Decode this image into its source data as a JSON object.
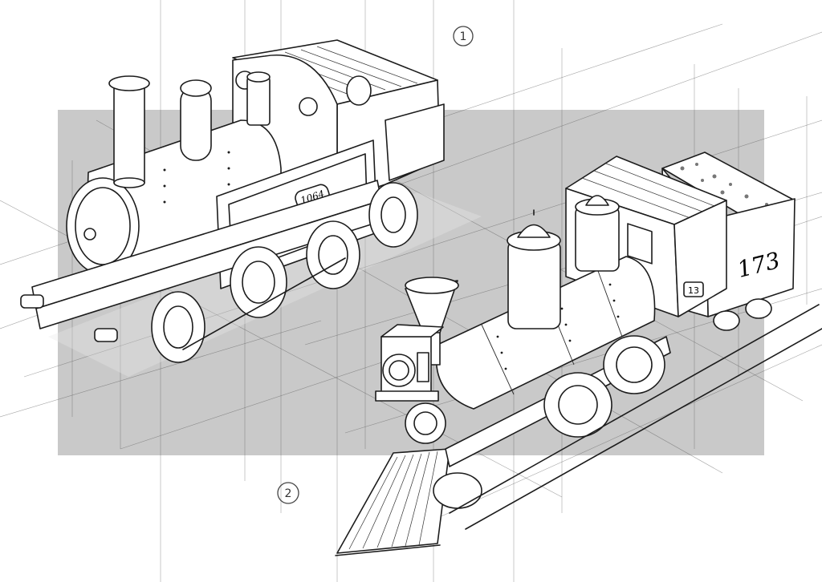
{
  "drawing": {
    "marker_one": "1",
    "marker_two": "2",
    "engine_one_plate": "1064",
    "engine_two_tender_number": "173",
    "engine_two_cab_number": "13"
  },
  "colors": {
    "ink": "#1c1c1c",
    "backdrop": "#c9c9c9",
    "paper": "#ffffff"
  }
}
